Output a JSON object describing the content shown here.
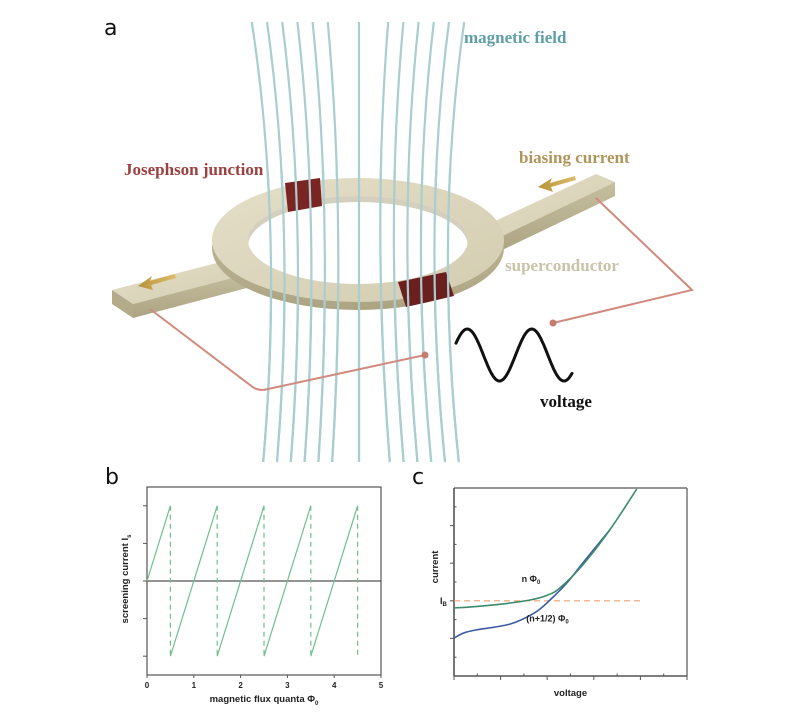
{
  "figure": {
    "panel_labels": {
      "a": "a",
      "b": "b",
      "c": "c"
    },
    "illustration": {
      "labels": {
        "magnetic_field": "magnetic field",
        "josephson_junction": "Josephson junction",
        "biasing_current": "biasing current",
        "superconductor": "superconductor",
        "voltage": "voltage"
      },
      "colors": {
        "magnetic_field": "#5e9ea6",
        "field_lines": "#a9cdd1",
        "josephson_junction": "#9c4040",
        "junction_block": "#7a2424",
        "biasing_current": "#b0955a",
        "superconductor_text": "#c9c3aa",
        "superconductor_body": "#d8d2b8",
        "wire": "#d08a7e",
        "arrow": "#c7a24a",
        "voltage_wave": "#111111"
      },
      "field_line_count": 13
    }
  },
  "chart_data": [
    {
      "panel": "b",
      "type": "line",
      "title": "",
      "xlabel": "magnetic flux quanta Φ",
      "xlabel_subscript": "0",
      "ylabel": "screening current I",
      "ylabel_subscript": "s",
      "xlim": [
        0,
        5
      ],
      "ylim": [
        -2.5,
        2.5
      ],
      "xticks": [
        0,
        1,
        2,
        3,
        4,
        5
      ],
      "xtick_labels": [
        "0",
        "1",
        "2",
        "3",
        "4",
        "5"
      ],
      "yticks": [
        -2,
        -1,
        0,
        1,
        2
      ],
      "ytick_labels": [
        "",
        "",
        "",
        "",
        ""
      ],
      "zero_line": true,
      "colors": {
        "series": "#6fbf8e",
        "zero_line": "#555555",
        "axis": "#555555"
      },
      "series": [
        {
          "name": "sawtooth-rise-0",
          "style": "solid",
          "x": [
            0,
            0.5
          ],
          "y": [
            0,
            2
          ]
        },
        {
          "name": "sawtooth-rise-1",
          "style": "solid",
          "x": [
            0.5,
            1.5
          ],
          "y": [
            -2,
            2
          ]
        },
        {
          "name": "sawtooth-rise-2",
          "style": "solid",
          "x": [
            1.5,
            2.5
          ],
          "y": [
            -2,
            2
          ]
        },
        {
          "name": "sawtooth-rise-3",
          "style": "solid",
          "x": [
            2.5,
            3.5
          ],
          "y": [
            -2,
            2
          ]
        },
        {
          "name": "sawtooth-rise-4",
          "style": "solid",
          "x": [
            3.5,
            4.5
          ],
          "y": [
            -2,
            2
          ]
        },
        {
          "name": "jump-0.5",
          "style": "dashed",
          "x": [
            0.5,
            0.5
          ],
          "y": [
            2,
            -2
          ]
        },
        {
          "name": "jump-1.5",
          "style": "dashed",
          "x": [
            1.5,
            1.5
          ],
          "y": [
            2,
            -2
          ]
        },
        {
          "name": "jump-2.5",
          "style": "dashed",
          "x": [
            2.5,
            2.5
          ],
          "y": [
            2,
            -2
          ]
        },
        {
          "name": "jump-3.5",
          "style": "dashed",
          "x": [
            3.5,
            3.5
          ],
          "y": [
            2,
            -2
          ]
        },
        {
          "name": "jump-4.5",
          "style": "dashed",
          "x": [
            4.5,
            4.5
          ],
          "y": [
            2,
            -2
          ]
        }
      ]
    },
    {
      "panel": "c",
      "type": "line",
      "title": "",
      "xlabel": "voltage",
      "ylabel": "current",
      "xlim": [
        0,
        5
      ],
      "ylim": [
        0,
        5
      ],
      "xticks_major": [
        0,
        1,
        2,
        3,
        4,
        5
      ],
      "xticks_minor": [
        0.5,
        1.5,
        2.5,
        3.5,
        4.5
      ],
      "yticks_major": [
        1,
        2,
        3,
        4
      ],
      "yticks_minor": [
        0.5,
        1.5,
        2.5,
        3.5,
        4.5
      ],
      "bias_line": {
        "label": "I",
        "label_subscript": "B",
        "y": 2.0,
        "x_end": 4.0,
        "color": "#f0a070",
        "style": "dashed"
      },
      "colors": {
        "axis": "#555555"
      },
      "series": [
        {
          "name": "n Φ",
          "label_main": "n Φ",
          "label_subscript": "0",
          "label_at": [
            1.45,
            2.5
          ],
          "color": "#3d8a6c",
          "x": [
            0,
            0.5,
            1.0,
            1.63,
            2.0,
            2.27,
            2.76,
            3.34,
            3.92
          ],
          "y": [
            1.81,
            1.85,
            1.91,
            2.02,
            2.15,
            2.34,
            2.95,
            3.88,
            4.97
          ]
        },
        {
          "name": "(n+1/2) Φ",
          "label_main": "(n+1/2) Φ",
          "label_subscript": "0",
          "label_at": [
            1.55,
            1.45
          ],
          "color": "#3b5aa0",
          "x": [
            0,
            0.2,
            0.45,
            1.2,
            1.73,
            2.06,
            2.44,
            2.76,
            3.34
          ],
          "y": [
            1.01,
            1.14,
            1.22,
            1.38,
            1.68,
            2.02,
            2.5,
            3.0,
            3.88
          ]
        }
      ]
    }
  ]
}
